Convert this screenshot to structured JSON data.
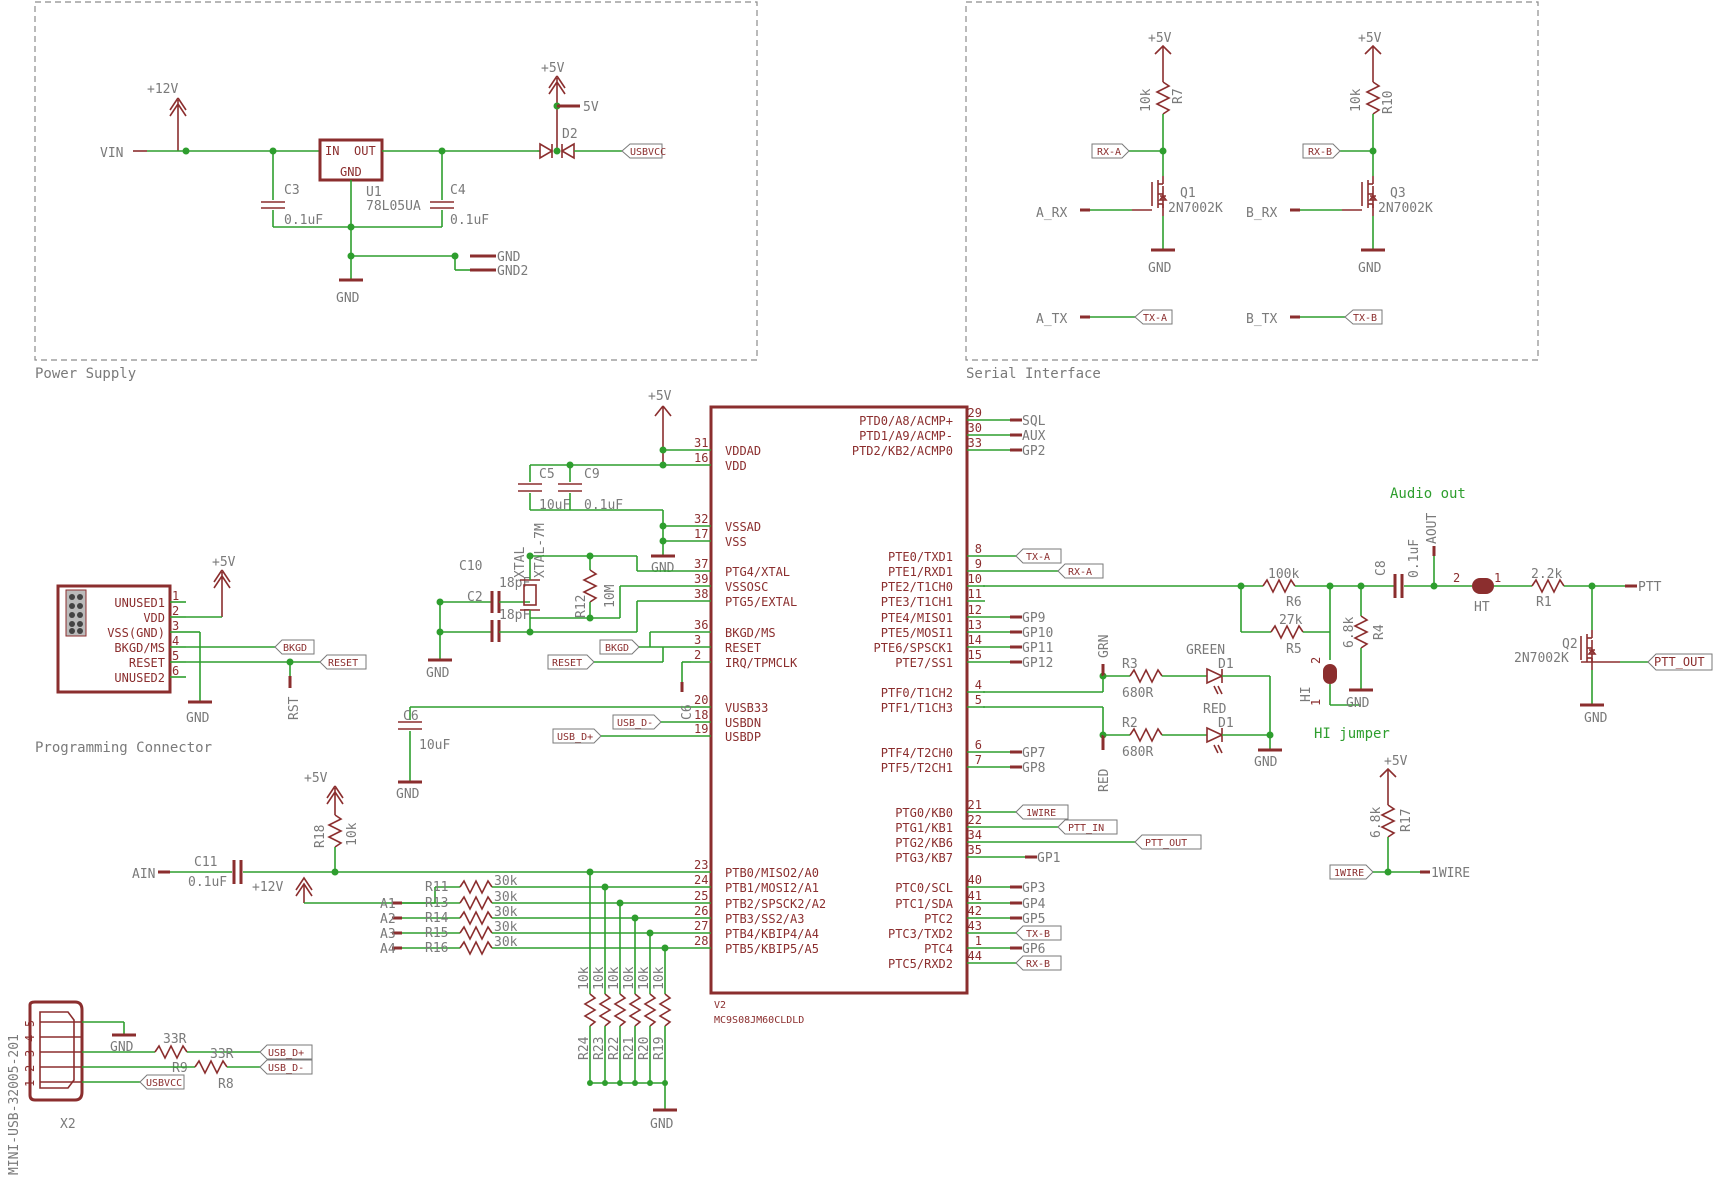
{
  "frames": {
    "power": "Power Supply",
    "serial": "Serial Interface",
    "prog": "Programming Connector"
  },
  "power": {
    "v12": "+12V",
    "v5": "+5V",
    "v5b": "5V",
    "vin": "VIN",
    "u1": "U1",
    "u1v": "78L05UA",
    "u1in": "IN",
    "u1out": "OUT",
    "u1gnd": "GND",
    "c3": "C3",
    "c3v": "0.1uF",
    "c4": "C4",
    "c4v": "0.1uF",
    "d2": "D2",
    "usbvcc": "USBVCC",
    "gnd": "GND",
    "gnd_a": "GND",
    "gnd2": "GND2"
  },
  "serial": {
    "v5a": "+5V",
    "r7": "R7",
    "r7v": "10k",
    "rxa": "RX-A",
    "q1": "Q1",
    "q1v": "2N7002K",
    "arx": "A_RX",
    "gnda": "GND",
    "atx": "A_TX",
    "txa": "TX-A",
    "v5b": "+5V",
    "r10": "R10",
    "r10v": "10k",
    "rxb": "RX-B",
    "q3": "Q3",
    "q3v": "2N7002K",
    "brx": "B_RX",
    "gndb": "GND",
    "btx": "B_TX",
    "txb": "TX-B"
  },
  "prog": {
    "pins": [
      "UNUSED1",
      "VDD",
      "VSS(GND)",
      "BKGD/MS",
      "RESET",
      "UNUSED2"
    ],
    "nums": [
      "1",
      "2",
      "3",
      "4",
      "5",
      "6"
    ],
    "v5": "+5V",
    "gnd": "GND",
    "bkgd": "BKGD",
    "reset": "RESET",
    "rst": "RST"
  },
  "mcu": {
    "name": "V2",
    "value": "MC9S08JM60CLDLD",
    "v5": "+5V",
    "left": [
      {
        "n": "31",
        "t": "VDDAD"
      },
      {
        "n": "16",
        "t": "VDD"
      },
      {
        "n": "32",
        "t": "VSSAD"
      },
      {
        "n": "17",
        "t": "VSS"
      },
      {
        "n": "37",
        "t": "PTG4/XTAL"
      },
      {
        "n": "39",
        "t": "VSSOSC"
      },
      {
        "n": "38",
        "t": "PTG5/EXTAL"
      },
      {
        "n": "36",
        "t": "BKGD/MS"
      },
      {
        "n": "3",
        "t": "RESET"
      },
      {
        "n": "2",
        "t": "IRQ/TPMCLK"
      },
      {
        "n": "20",
        "t": "VUSB33"
      },
      {
        "n": "18",
        "t": "USBDN"
      },
      {
        "n": "19",
        "t": "USBDP"
      },
      {
        "n": "23",
        "t": "PTB0/MISO2/A0"
      },
      {
        "n": "24",
        "t": "PTB1/MOSI2/A1"
      },
      {
        "n": "25",
        "t": "PTB2/SPSCK2/A2"
      },
      {
        "n": "26",
        "t": "PTB3/SS2/A3"
      },
      {
        "n": "27",
        "t": "PTB4/KBIP4/A4"
      },
      {
        "n": "28",
        "t": "PTB5/KBIP5/A5"
      }
    ],
    "right": [
      {
        "n": "29",
        "t": "PTD0/A8/ACMP+"
      },
      {
        "n": "30",
        "t": "PTD1/A9/ACMP-"
      },
      {
        "n": "33",
        "t": "PTD2/KB2/ACMP0"
      },
      {
        "n": "8",
        "t": "PTE0/TXD1"
      },
      {
        "n": "9",
        "t": "PTE1/RXD1"
      },
      {
        "n": "10",
        "t": "PTE2/T1CH0"
      },
      {
        "n": "11",
        "t": "PTE3/T1CH1"
      },
      {
        "n": "12",
        "t": "PTE4/MISO1"
      },
      {
        "n": "13",
        "t": "PTE5/MOSI1"
      },
      {
        "n": "14",
        "t": "PTE6/SPSCK1"
      },
      {
        "n": "15",
        "t": "PTE7/SS1"
      },
      {
        "n": "4",
        "t": "PTF0/T1CH2"
      },
      {
        "n": "5",
        "t": "PTF1/T1CH3"
      },
      {
        "n": "6",
        "t": "PTF4/T2CH0"
      },
      {
        "n": "7",
        "t": "PTF5/T2CH1"
      },
      {
        "n": "21",
        "t": "PTG0/KB0"
      },
      {
        "n": "22",
        "t": "PTG1/KB1"
      },
      {
        "n": "34",
        "t": "PTG2/KB6"
      },
      {
        "n": "35",
        "t": "PTG3/KB7"
      },
      {
        "n": "40",
        "t": "PTC0/SCL"
      },
      {
        "n": "41",
        "t": "PTC1/SDA"
      },
      {
        "n": "42",
        "t": "PTC2"
      },
      {
        "n": "43",
        "t": "PTC3/TXD2"
      },
      {
        "n": "1",
        "t": "PTC4"
      },
      {
        "n": "44",
        "t": "PTC5/RXD2"
      }
    ],
    "rnets": [
      "SQL",
      "AUX",
      "GP2",
      "TX-A",
      "RX-A",
      "",
      "",
      "GP9",
      "GP10",
      "GP11",
      "GP12",
      "",
      "",
      "GP7",
      "GP8",
      "1WIRE",
      "PTT_IN",
      "PTT_OUT",
      "GP1",
      "GP3",
      "GP4",
      "GP5",
      "TX-B",
      "GP6",
      "RX-B"
    ]
  },
  "parts": {
    "c5": "C5",
    "c5v": "10uF",
    "c9": "C9",
    "c9v": "0.1uF",
    "c10": "C10",
    "c10v": "18pF",
    "c2": "C2",
    "c2v": "18pF",
    "xtal": "XTAL",
    "xtalv": "XTAL-7M",
    "r12": "R12",
    "r12v": "10M",
    "gnd_osc": "GND",
    "gnd_x": "GND",
    "c6": "C6",
    "c6v": "10uF",
    "gnd_c6": "GND",
    "c6n": "C6",
    "usbdm": "USB_D-",
    "usbdp": "USB_D+",
    "v5r18": "+5V",
    "r18": "R18",
    "r18v": "10k",
    "ain": "AIN",
    "c11": "C11",
    "c11v": "0.1uF",
    "v12": "+12V",
    "rdiv": [
      "R11",
      "R13",
      "R14",
      "R15",
      "R16"
    ],
    "rdivv": "30k",
    "anet": [
      "A1",
      "A2",
      "A3",
      "A4"
    ],
    "rpd": [
      "R24",
      "R23",
      "R22",
      "R21",
      "R20",
      "R19"
    ],
    "rpdv": "10k",
    "gnd_pd": "GND",
    "x2": "X2",
    "x2v": "MINI-USB-32005-201",
    "usbpins": [
      "5",
      "4",
      "3",
      "2",
      "1"
    ],
    "r9": "R9",
    "r9v": "33R",
    "r8": "R8",
    "r8v": "33R",
    "gnd_usb": "GND",
    "usbdp2": "USB_D+",
    "usbdm2": "USB_D-",
    "usbvcc": "USBVCC"
  },
  "audio": {
    "title": "Audio out",
    "r6": "R6",
    "r6v": "100k",
    "r5": "R5",
    "r5v": "27k",
    "c8": "C8",
    "c8v": "0.1uF",
    "aout": "AOUT",
    "r4": "R4",
    "r4v": "6.8k",
    "gnd": "GND",
    "hi": "HI",
    "hip1": "1",
    "hip2": "2",
    "hij": "HI jumper",
    "ht": "HT",
    "htp1": "1",
    "htp2": "2",
    "r1": "R1",
    "r1v": "2.2k",
    "ptt": "PTT",
    "q2": "Q2",
    "q2v": "2N7002K",
    "pttout": "PTT_OUT",
    "gnd2": "GND"
  },
  "leds": {
    "grn": "GRN",
    "red": "RED",
    "r3": "R3",
    "r3v": "680R",
    "r2": "R2",
    "r2v": "680R",
    "green": "GREEN",
    "redlbl": "RED",
    "d1a": "D1",
    "d1b": "D1",
    "gnd": "GND"
  },
  "onewire": {
    "v5": "+5V",
    "r17": "R17",
    "r17v": "6.8k",
    "lbl": "1WIRE",
    "net": "1WIRE"
  }
}
